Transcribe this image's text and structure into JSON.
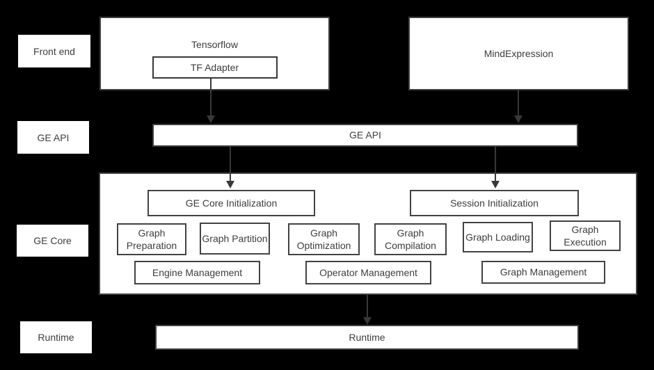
{
  "colors": {
    "background": "#000000",
    "box_fill": "#ffffff",
    "box_border": "#3f3f3f",
    "text": "#3d3d3d",
    "arrow": "#383838"
  },
  "side_labels": {
    "front_end": "Front end",
    "ge_api": "GE API",
    "ge_core": "GE Core",
    "runtime": "Runtime"
  },
  "front_end": {
    "tensorflow_title": "Tensorflow",
    "tf_adapter_label": "TF Adapter",
    "mindexpression_title": "MindExpression"
  },
  "ge_api": {
    "label": "GE API"
  },
  "ge_core": {
    "init": [
      "GE Core Initialization",
      "Session Initialization"
    ],
    "stages": [
      "Graph Preparation",
      "Graph Partition",
      "Graph Optimization",
      "Graph Compilation",
      "Graph Loading",
      "Graph Execution"
    ],
    "management": [
      "Engine Management",
      "Operator Management",
      "Graph Management"
    ]
  },
  "runtime": {
    "label": "Runtime"
  }
}
